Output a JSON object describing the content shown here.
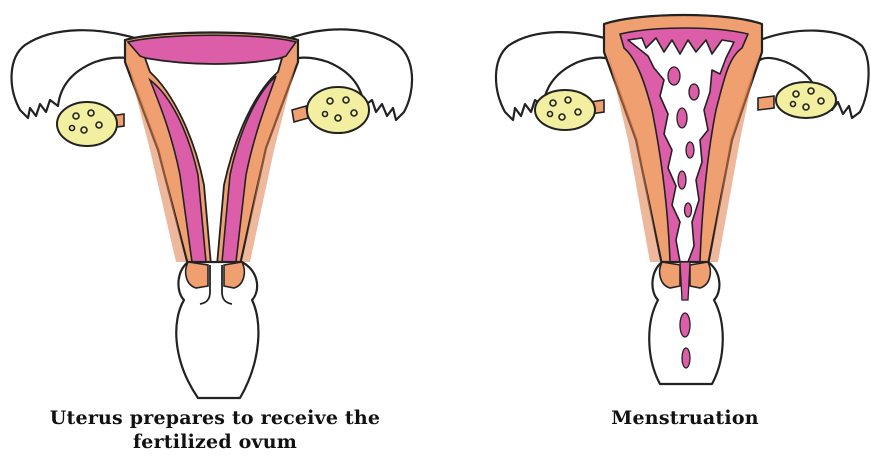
{
  "figures": [
    {
      "caption_lines": [
        "Uterus prepares to receive the",
        "fertilized ovum"
      ]
    },
    {
      "caption_lines": [
        "Menstruation"
      ]
    }
  ],
  "colors": {
    "muscle": "#f0a070",
    "muscle_dark": "#e07e4a",
    "lining": "#dd5ea8",
    "ovary": "#f2f0a0",
    "outline": "#222222",
    "background": "#ffffff"
  }
}
